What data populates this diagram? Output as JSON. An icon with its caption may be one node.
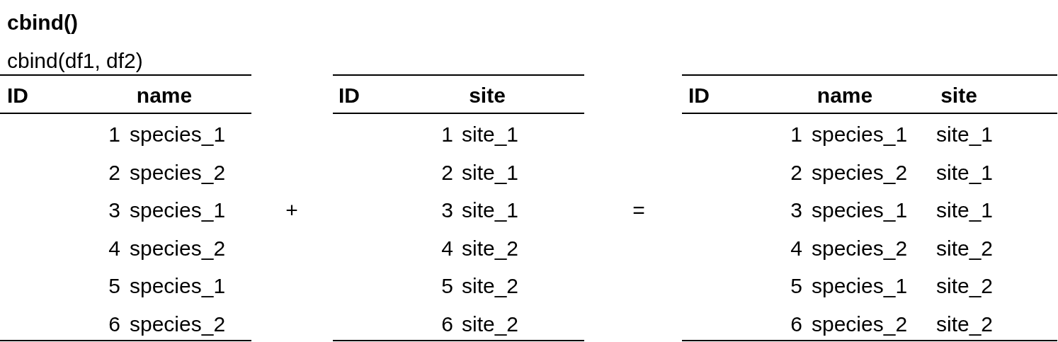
{
  "diagram": {
    "title": "cbind()",
    "labels": [
      "cbind(df1, df2)",
      "ID",
      "name",
      "1",
      "species_1",
      "2",
      "species_2",
      "3",
      "species_1",
      "4",
      "species_2",
      "5",
      "species_1",
      "6",
      "species_2",
      "+",
      "ID",
      "site",
      "1",
      "site_1",
      "2",
      "site_1",
      "3",
      "site_1",
      "4",
      "site_2",
      "5",
      "site_2",
      "6",
      "site_2",
      "=",
      "ID",
      "name",
      "site",
      "1",
      "species_1",
      "site_1",
      "2",
      "species_2",
      "site_1",
      "3",
      "species_1",
      "site_1",
      "4",
      "species_2",
      "site_2",
      "5",
      "species_1",
      "site_2",
      "6",
      "species_2",
      "site_2"
    ]
  }
}
